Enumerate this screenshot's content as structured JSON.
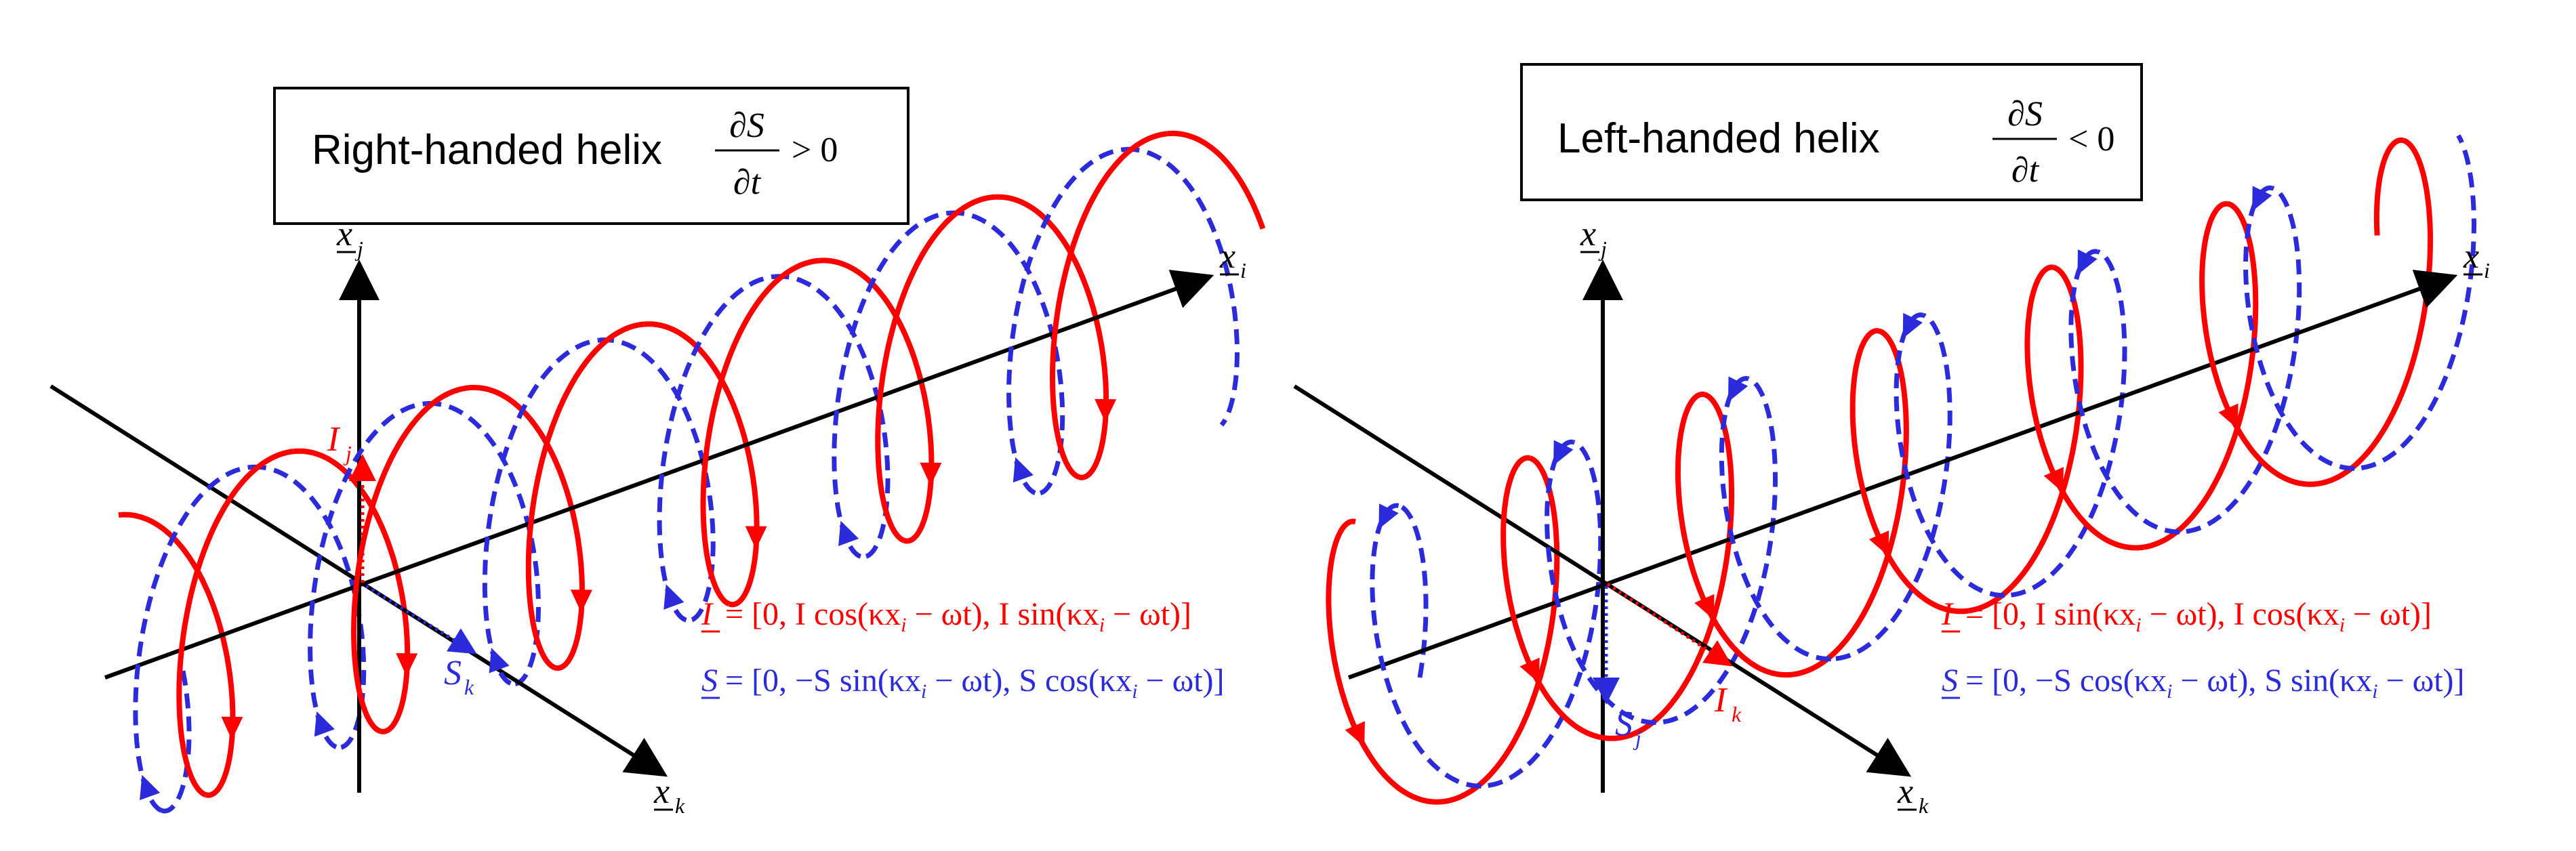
{
  "colors": {
    "red": "#ff0000",
    "blue": "#2b2bdc",
    "axis": "#000000",
    "background": "#ffffff"
  },
  "panels": [
    {
      "title": "Right-handed helix",
      "condition": {
        "numerator": "∂S",
        "denominator": "∂t",
        "relation": "> 0"
      },
      "axes": {
        "j": "x",
        "j_sub": "j",
        "i": "x",
        "i_sub": "i",
        "k": "x",
        "k_sub": "k"
      },
      "vectors": {
        "red_label": "I",
        "red_sub": "j",
        "blue_label": "S",
        "blue_sub": "k"
      },
      "equations": {
        "I": {
          "lhs": "I",
          "rhs": "= [0, I cos(κx",
          "sub1": "i",
          "mid": " − ωt), I sin(κx",
          "sub2": "i",
          "end": " − ωt)]"
        },
        "S": {
          "lhs": "S",
          "rhs": "= [0, −S sin(κx",
          "sub1": "i",
          "mid": " − ωt), S cos(κx",
          "sub2": "i",
          "end": " − ωt)]"
        }
      }
    },
    {
      "title": "Left-handed helix",
      "condition": {
        "numerator": "∂S",
        "denominator": "∂t",
        "relation": "< 0"
      },
      "axes": {
        "j": "x",
        "j_sub": "j",
        "i": "x",
        "i_sub": "i",
        "k": "x",
        "k_sub": "k"
      },
      "vectors": {
        "red_label": "I",
        "red_sub": "k",
        "blue_label": "S",
        "blue_sub": "j"
      },
      "equations": {
        "I": {
          "lhs": "I",
          "rhs": "= [0, I sin(κx",
          "sub1": "i",
          "mid": " − ωt), I cos(κx",
          "sub2": "i",
          "end": " − ωt)]"
        },
        "S": {
          "lhs": "S",
          "rhs": "= [0, −S cos(κx",
          "sub1": "i",
          "mid": " − ωt), S sin(κx",
          "sub2": "i",
          "end": " − ωt)]"
        }
      }
    }
  ]
}
